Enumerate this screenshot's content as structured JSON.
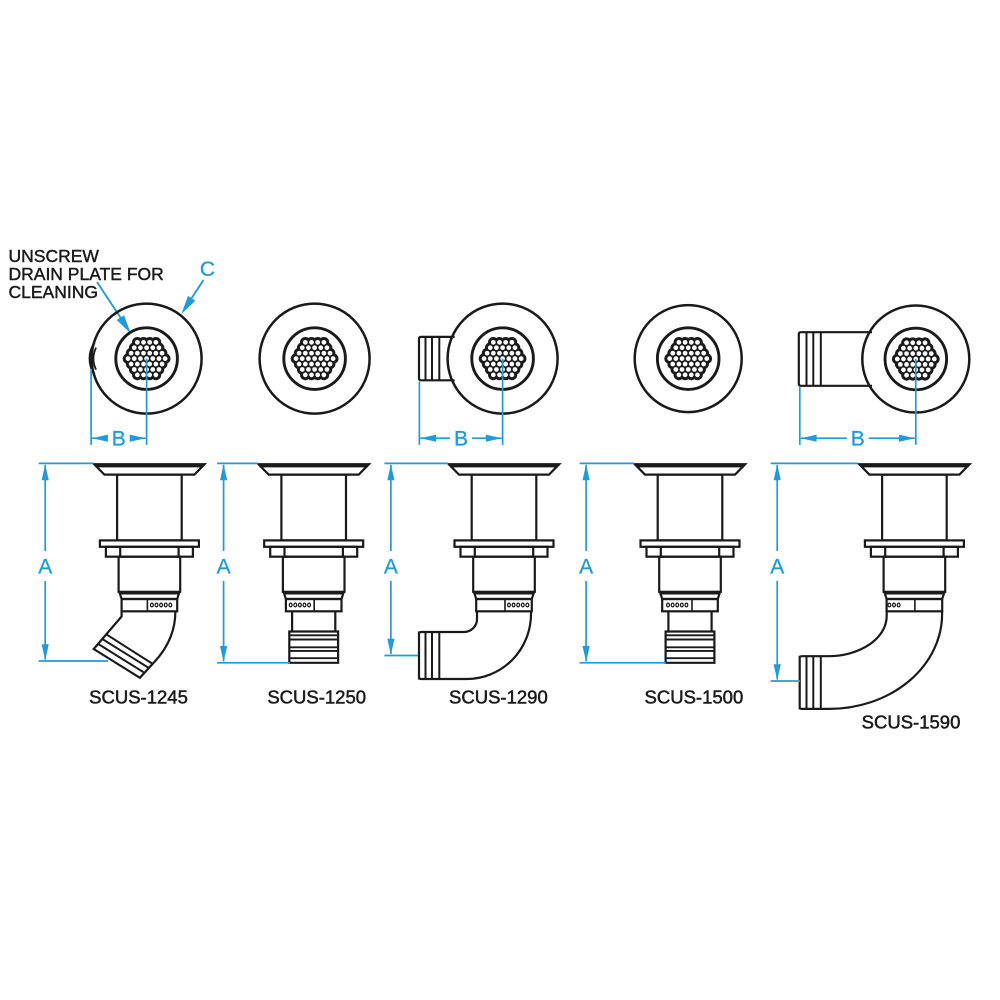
{
  "page": {
    "background": "#ffffff",
    "type": "technical-diagram"
  },
  "colors": {
    "line": "#1a1a1a",
    "dimension": "#219bd8",
    "text": "#1a1a1a"
  },
  "annotation": {
    "line1": "UNSCREW",
    "line2": "DRAIN PLATE FOR",
    "line3": "CLEANING"
  },
  "dimensions": {
    "height_label": "A",
    "width_label": "B",
    "flange_label": "C"
  },
  "products": [
    {
      "id": "SCUS-1245",
      "outlet": "45-degree hose elbow"
    },
    {
      "id": "SCUS-1250",
      "outlet": "straight hose barb"
    },
    {
      "id": "SCUS-1290",
      "outlet": "90-degree hose elbow"
    },
    {
      "id": "SCUS-1500",
      "outlet": "straight hose barb"
    },
    {
      "id": "SCUS-1590",
      "outlet": "90-degree hose elbow"
    }
  ]
}
